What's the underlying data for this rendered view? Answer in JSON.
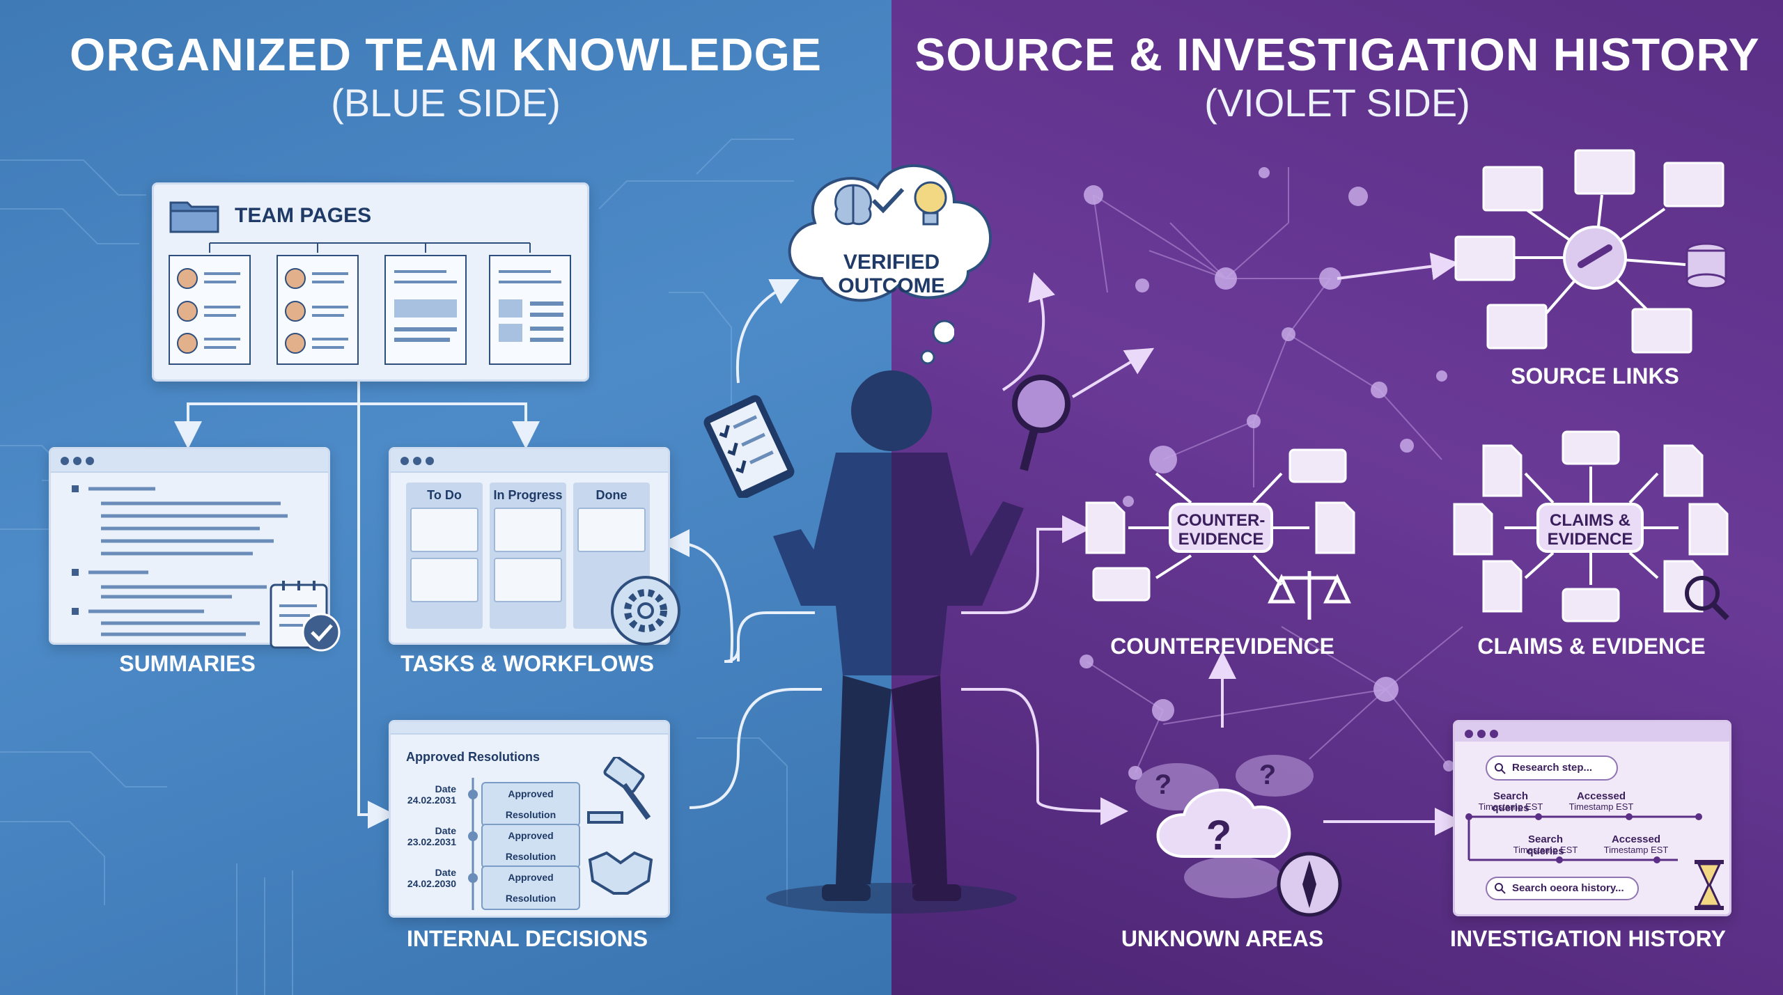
{
  "blue_side": {
    "title": "ORGANIZED TEAM KNOWLEDGE",
    "subtitle": "(BLUE SIDE)",
    "team_pages": {
      "label": "TEAM PAGES"
    },
    "summaries": {
      "label": "SUMMARIES"
    },
    "tasks": {
      "label": "TASKS & WORKFLOWS",
      "columns": [
        "To Do",
        "In Progress",
        "Done"
      ]
    },
    "decisions": {
      "label": "INTERNAL DECISIONS",
      "header": "Approved Resolutions",
      "rows": [
        {
          "date_label": "Date",
          "date": "24.02.2031",
          "item": "Approved Resolution"
        },
        {
          "date_label": "Date",
          "date": "23.02.2031",
          "item": "Approved Resolution"
        },
        {
          "date_label": "Date",
          "date": "24.02.2030",
          "item": "Approved Resolution"
        }
      ]
    }
  },
  "center": {
    "thought_line1": "VERIFIED",
    "thought_line2": "OUTCOME"
  },
  "violet_side": {
    "title": "SOURCE & INVESTIGATION HISTORY",
    "subtitle": "(VIOLET SIDE)",
    "source_links": {
      "label": "SOURCE LINKS"
    },
    "counterevidence": {
      "label": "COUNTEREVIDENCE",
      "bubble_line1": "COUNTER-",
      "bubble_line2": "EVIDENCE"
    },
    "claims": {
      "label": "CLAIMS & EVIDENCE",
      "bubble_line1": "CLAIMS &",
      "bubble_line2": "EVIDENCE"
    },
    "unknown": {
      "label": "UNKNOWN AREAS"
    },
    "history": {
      "label": "INVESTIGATION HISTORY",
      "search_top": "Research step...",
      "search_bottom": "Search oeora history...",
      "row1": [
        {
          "title": "Search queries",
          "sub": "Timestamp EST"
        },
        {
          "title": "Accessed",
          "sub": "Timestamp EST"
        }
      ],
      "row2": [
        {
          "title": "Search queries",
          "sub": "Timestamp EST"
        },
        {
          "title": "Accessed",
          "sub": "Timestamp EST"
        }
      ]
    }
  },
  "colors": {
    "blue_bg": "#4d8bc8",
    "violet_bg": "#6a3a97",
    "accent_light": "#eaf1fb"
  }
}
